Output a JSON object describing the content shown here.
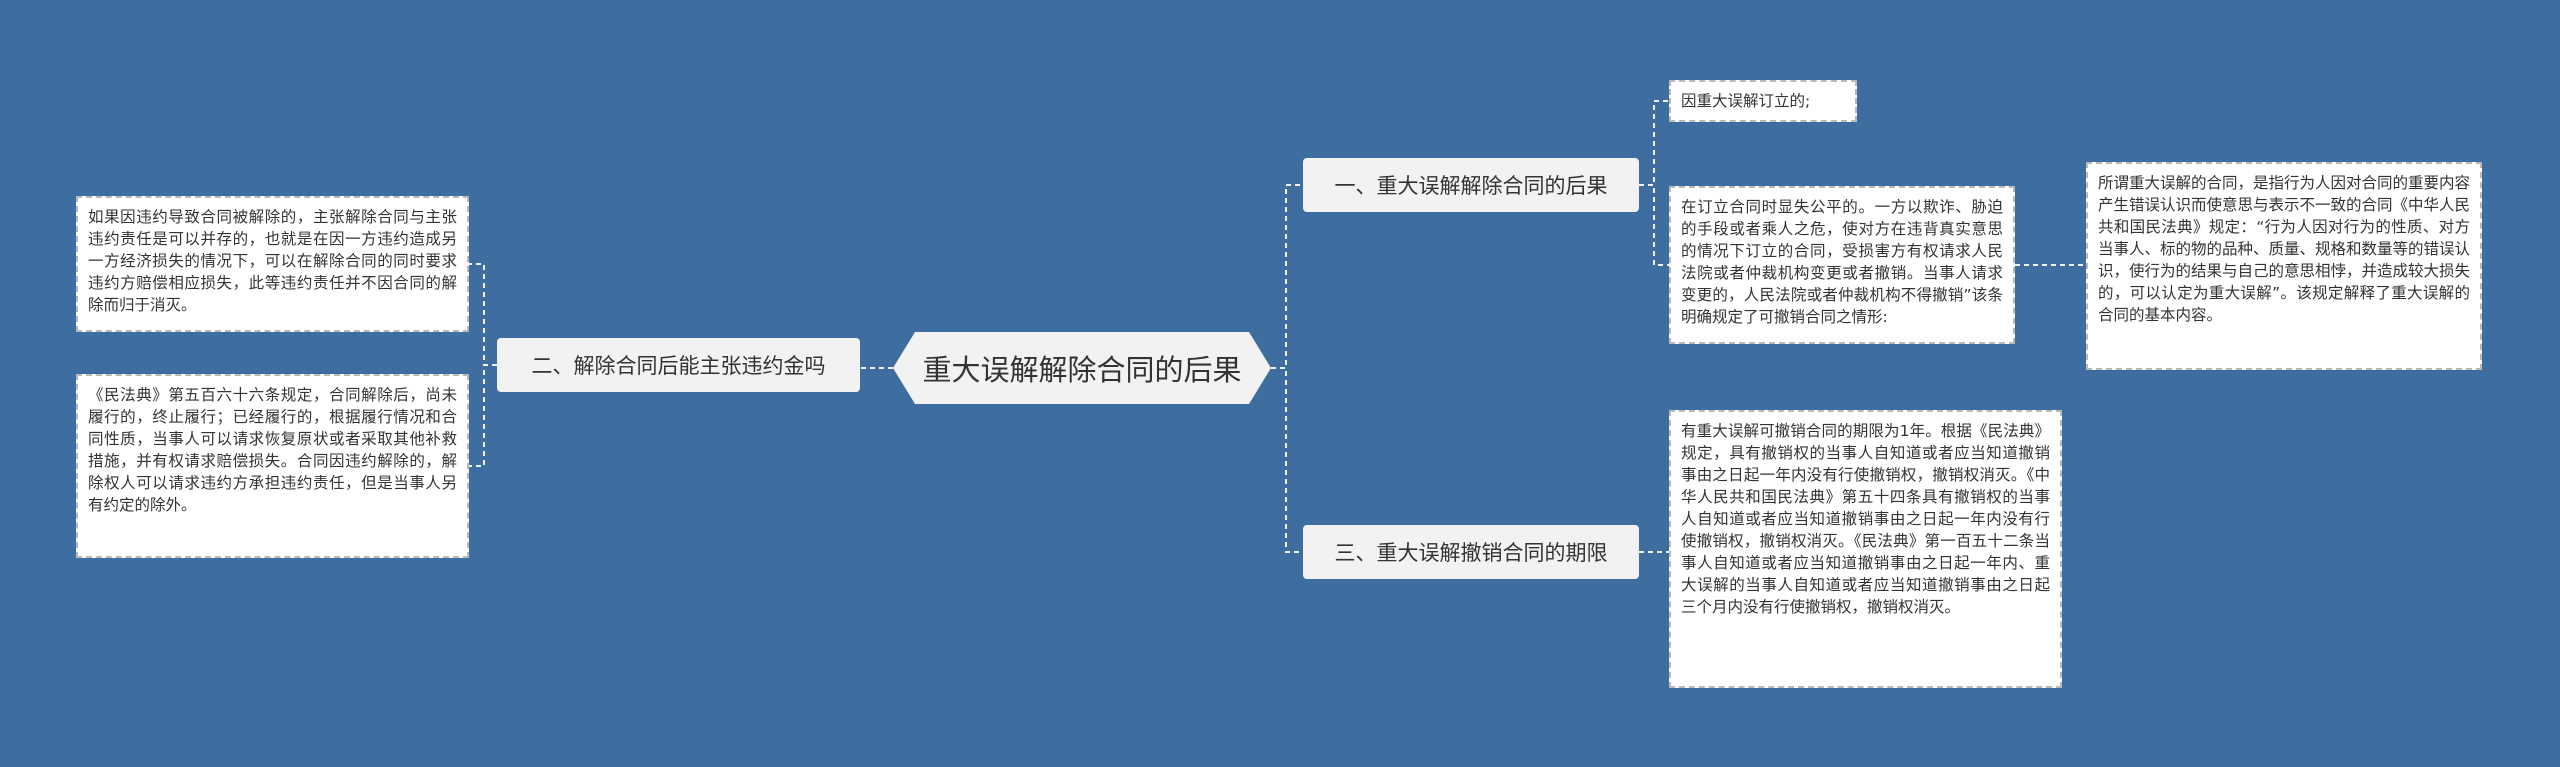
{
  "root": {
    "label": "重大误解解除合同的后果"
  },
  "branches": [
    {
      "label": "一、重大误解解除合同的后果"
    },
    {
      "label": "二、解除合同后能主张违约金吗"
    },
    {
      "label": "三、重大误解撤销合同的期限"
    }
  ],
  "leaves": [
    {
      "text": "因重大误解订立的;"
    },
    {
      "text": "在订立合同时显失公平的。一方以欺诈、胁迫的手段或者乘人之危，使对方在违背真实意思的情况下订立的合同，受损害方有权请求人民法院或者仲裁机构变更或者撤销。当事人请求变更的，人民法院或者仲裁机构不得撤销”该条明确规定了可撤销合同之情形:"
    },
    {
      "text": "所谓重大误解的合同，是指行为人因对合同的重要内容产生错误认识而使意思与表示不一致的合同《中华人民共和国民法典》规定：“行为人因对行为的性质、对方当事人、标的物的品种、质量、规格和数量等的错误认识，使行为的结果与自己的意思相悖，并造成较大损失的，可以认定为重大误解”。该规定解释了重大误解的合同的基本内容。"
    },
    {
      "text": "如果因违约导致合同被解除的，主张解除合同与主张违约责任是可以并存的，也就是在因一方违约造成另一方经济损失的情况下，可以在解除合同的同时要求违约方赔偿相应损失，此等违约责任并不因合同的解除而归于消灭。"
    },
    {
      "text": "《民法典》第五百六十六条规定，合同解除后，尚未履行的，终止履行；已经履行的，根据履行情况和合同性质，当事人可以请求恢复原状或者采取其他补救措施，并有权请求赔偿损失。合同因违约解除的，解除权人可以请求违约方承担违约责任，但是当事人另有约定的除外。"
    },
    {
      "text": "有重大误解可撤销合同的期限为1年。根据《民法典》规定，具有撤销权的当事人自知道或者应当知道撤销事由之日起一年内没有行使撤销权，撤销权消灭。《中华人民共和国民法典》第五十四条具有撤销权的当事人自知道或者应当知道撤销事由之日起一年内没有行使撤销权，撤销权消灭。《民法典》第一百五十二条当事人自知道或者应当知道撤销事由之日起一年内、重大误解的当事人自知道或者应当知道撤销事由之日起三个月内没有行使撤销权，撤销权消灭。"
    }
  ],
  "colors": {
    "background": "#3d6e9f",
    "link": "#f2f2f2",
    "node": "#f2f2f2"
  }
}
